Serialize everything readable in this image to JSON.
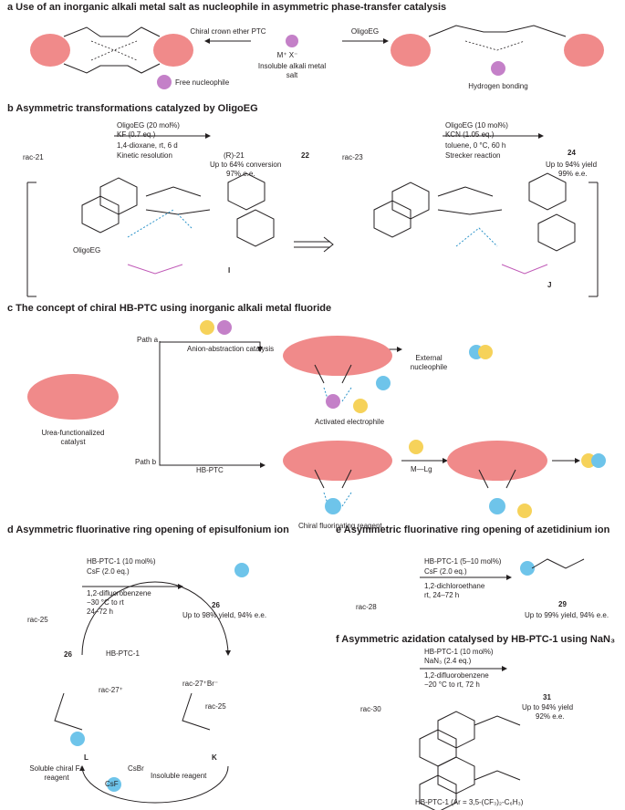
{
  "section_a": {
    "header": "a  Use of an inorganic alkali metal salt as nucleophile in asymmetric phase-transfer catalysis",
    "arrow_left_label": "Chiral crown ether PTC",
    "arrow_right_label": "OligoEG",
    "salt_center": "M⁺ X⁻",
    "salt_label": "Insoluble alkali metal salt",
    "free_nucleophile": "Free nucleophile",
    "hydrogen_bonding": "Hydrogen bonding"
  },
  "section_b": {
    "header": "b  Asymmetric transformations catalyzed by OligoEG",
    "rxn1": {
      "substrate": "rac-21",
      "cond1": "OligoEG (20 mol%)",
      "cond2": "KF (0.7 eq.)",
      "cond3": "1,4-dioxane, rt, 6 d",
      "cond4": "Kinetic resolution",
      "product1": "(R)-21",
      "product2": "22",
      "result1": "Up to 64% conversion",
      "result2": "97% e.e."
    },
    "rxn2": {
      "substrate": "rac-23",
      "cond1": "OligoEG (10 mol%)",
      "cond2": "KCN (1.05 eq.)",
      "cond3": "toluene, 0 °C, 60 h",
      "cond4": "Strecker reaction",
      "product": "24",
      "result1": "Up to 94% yield",
      "result2": "99% e.e."
    },
    "ts_left_label": "OligoEG",
    "ts_left_id": "I",
    "ts_right_id": "J"
  },
  "section_c": {
    "header": "c  The concept of chiral HB-PTC using inorganic alkali metal fluoride",
    "path_a": "Path a",
    "path_b": "Path b",
    "anion_abstraction": "Anion-abstraction catalysis",
    "activated_electrophile": "Activated electrophile",
    "external_nucleophile": "External nucleophile",
    "urea_catalyst": "Urea-functionalized catalyst",
    "hbptc": "HB-PTC",
    "chiral_fluorinating": "Chiral fluorinating reagent",
    "m_lg": "M—Lg"
  },
  "section_d": {
    "header": "d  Asymmetric fluorinative ring opening of episulfonium ion",
    "substrate": "rac-25",
    "cond1": "HB-PTC-1 (10 mol%)",
    "cond2": "CsF (2.0 eq.)",
    "cond3": "1,2-difluorobenzene",
    "cond4": "−30 °C to rt",
    "cond5": "24–72 h",
    "product": "26",
    "result": "Up to 98% yield, 94% e.e.",
    "cycle_26": "26",
    "cycle_cat": "HB-PTC-1",
    "cycle_rac27": "rac-27⁺",
    "cycle_rac27br": "rac-27⁺Br⁻",
    "cycle_rac25": "rac-25",
    "label_L": "L",
    "label_K": "K",
    "soluble": "Soluble chiral F⁻ reagent",
    "insoluble": "Insoluble reagent",
    "csbr": "CsBr",
    "csf": "CsF"
  },
  "section_e": {
    "header": "e  Asymmetric fluorinative ring opening of azetidinium ion",
    "substrate": "rac-28",
    "cond1": "HB-PTC-1 (5–10 mol%)",
    "cond2": "CsF (2.0 eq.)",
    "cond3": "1,2-dichloroethane",
    "cond4": "rt, 24–72 h",
    "product": "29",
    "result": "Up to 99% yield, 94% e.e."
  },
  "section_f": {
    "header": "f  Asymmetric azidation catalysed by HB-PTC-1 using NaN₃",
    "substrate": "rac-30",
    "cond1": "HB-PTC-1 (10 mol%)",
    "cond2": "NaN₃ (2.4 eq.)",
    "cond3": "1,2-difluorobenzene",
    "cond4": "−20 °C to rt, 72 h",
    "product": "31",
    "result1": "Up to 94% yield",
    "result2": "92% e.e.",
    "catalyst_label": "HB-PTC-1 (Ar = 3,5-(CF₃)₂-C₆H₃)"
  },
  "colors": {
    "salmon": "#f08a8a",
    "salmon_dark": "#e06f6f",
    "purple": "#c480c8",
    "blue": "#6ec4ea",
    "yellow": "#f6d25a",
    "hb_blue": "#2b93c9",
    "pink_text": "#c05ab7"
  }
}
